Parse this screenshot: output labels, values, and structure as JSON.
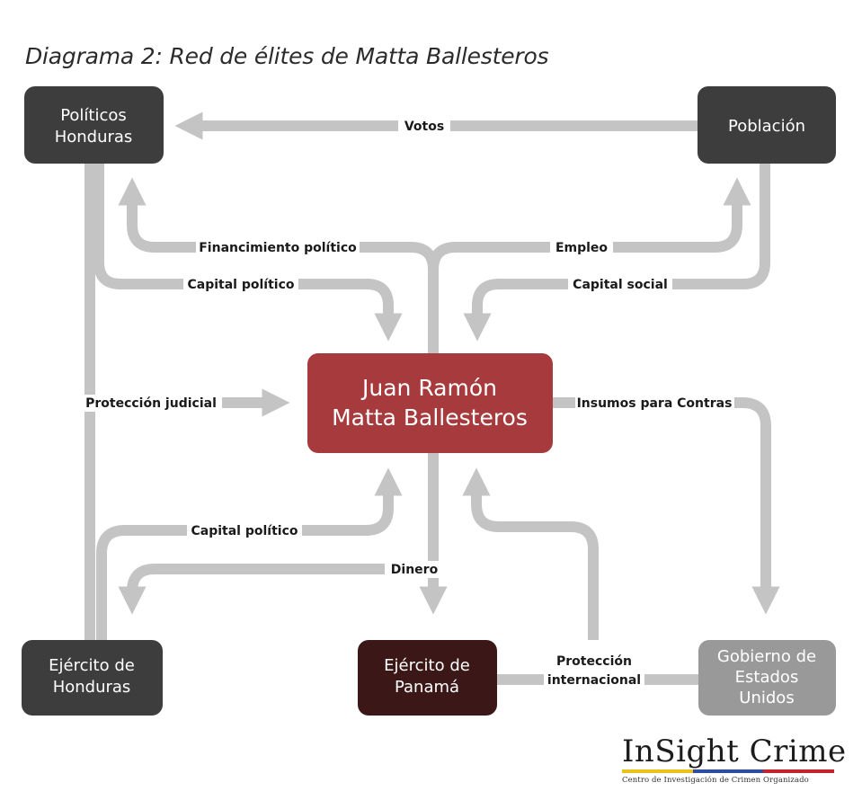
{
  "title": "Diagrama 2: Red de élites de Matta Ballesteros",
  "nodes": {
    "politicos": {
      "lines": [
        "Políticos",
        "Honduras"
      ]
    },
    "poblacion": {
      "lines": [
        "Población"
      ]
    },
    "center": {
      "lines": [
        "Juan Ramón",
        "Matta Ballesteros"
      ]
    },
    "ejercito_hn": {
      "lines": [
        "Ejército de",
        "Honduras"
      ]
    },
    "ejercito_pa": {
      "lines": [
        "Ejército de",
        "Panamá"
      ]
    },
    "gobierno_us": {
      "lines": [
        "Gobierno de",
        "Estados",
        "Unidos"
      ]
    }
  },
  "edges": {
    "votos": "Votos",
    "financiamiento": "Financimiento político",
    "empleo": "Empleo",
    "capital_politico_top": "Capital político",
    "capital_social": "Capital social",
    "proteccion_judicial": "Protección judicial",
    "insumos": "Insumos para Contras",
    "capital_politico_bottom": "Capital político",
    "dinero": "Dinero",
    "proteccion_internacional": [
      "Protección",
      "internacional"
    ]
  },
  "colors": {
    "node_dark": "#3d3d3d",
    "node_center": "#a63a3c",
    "node_panama": "#3c1717",
    "node_gobierno": "#999999",
    "arrow": "#c4c4c4"
  },
  "logo": {
    "name": "InSight Crime",
    "subtitle": "Centro de Investigación de Crimen Organizado"
  }
}
